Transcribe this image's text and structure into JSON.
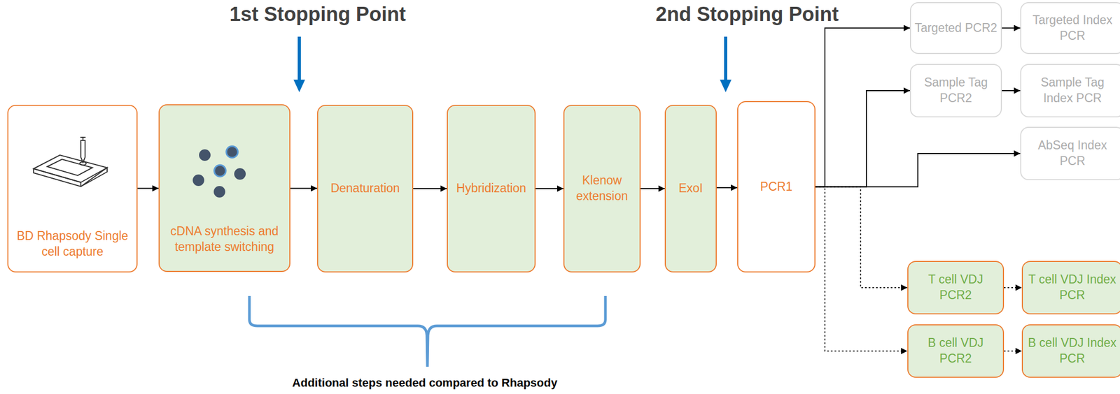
{
  "diagram": {
    "nodes": [
      {
        "text": [
          "BD Rhapsody Single cell capture"
        ]
      },
      {
        "text": [
          "cDNA synthesis and template switching"
        ]
      },
      {
        "text": [
          "Denaturation"
        ]
      },
      {
        "text": [
          "Hybridization"
        ]
      },
      {
        "text": [
          "Klenow extension"
        ]
      },
      {
        "text": [
          "ExoI"
        ]
      },
      {
        "text": [
          "PCR1"
        ]
      },
      {
        "text": [
          "Targeted PCR2"
        ]
      },
      {
        "text": [
          "Targeted Index PCR"
        ]
      },
      {
        "text": [
          "Sample Tag PCR2"
        ]
      },
      {
        "text": [
          "Sample Tag Index PCR"
        ]
      },
      {
        "text": [
          "AbSeq Index PCR"
        ]
      },
      {
        "text": [
          "T cell VDJ PCR2"
        ]
      },
      {
        "text": [
          "T cell VDJ Index PCR"
        ]
      },
      {
        "text": [
          "B cell VDJ PCR2"
        ]
      },
      {
        "text": [
          "B cell VDJ Index PCR"
        ]
      }
    ],
    "edges": [
      {
        "from": 0,
        "to": 1,
        "arrow": "to"
      },
      {
        "from": 1,
        "to": 2,
        "arrow": "to"
      },
      {
        "from": 2,
        "to": 3,
        "arrow": "to"
      },
      {
        "from": 3,
        "to": 4,
        "arrow": "to"
      },
      {
        "from": 4,
        "to": 5,
        "arrow": "to"
      },
      {
        "from": 5,
        "to": 6,
        "arrow": "to"
      },
      {
        "from": 6,
        "to": 7,
        "arrow": "to"
      },
      {
        "from": 7,
        "to": 8,
        "arrow": "to"
      },
      {
        "from": 6,
        "to": 9,
        "arrow": "to"
      },
      {
        "from": 9,
        "to": 10,
        "arrow": "to"
      },
      {
        "from": 6,
        "to": 11,
        "arrow": "to"
      },
      {
        "from": 6,
        "to": 12,
        "arrow": "to"
      },
      {
        "from": 12,
        "to": 13,
        "arrow": "to"
      },
      {
        "from": 6,
        "to": 14,
        "arrow": "to"
      },
      {
        "from": 14,
        "to": 15,
        "arrow": "to"
      }
    ],
    "labels": [
      "1st Stopping Point",
      "2nd Stopping Point",
      "Additional steps needed compared to Rhapsody"
    ]
  }
}
